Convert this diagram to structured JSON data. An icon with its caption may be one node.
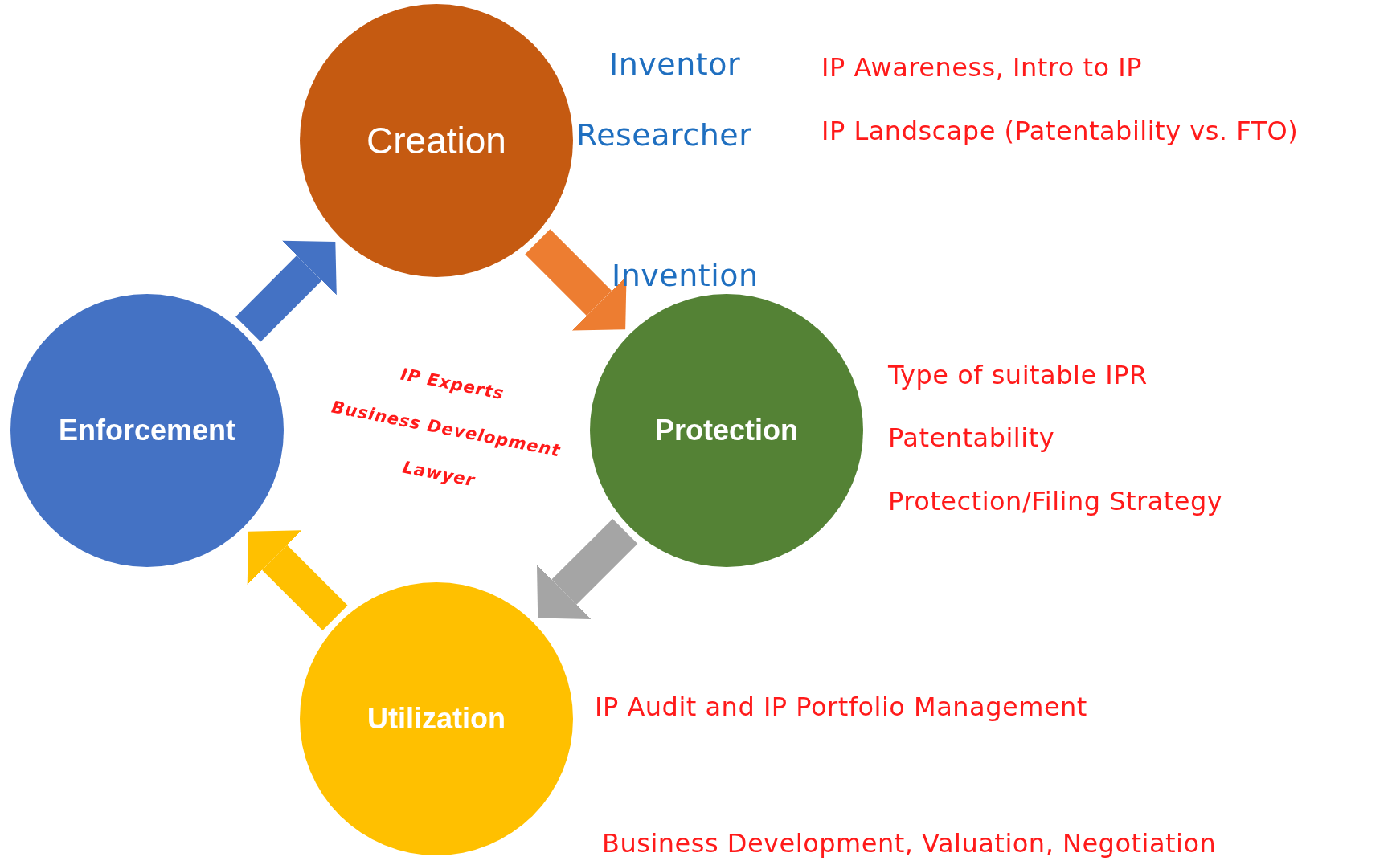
{
  "diagram": {
    "nodes": [
      {
        "text": [
          "Creation"
        ]
      },
      {
        "text": [
          "Protection"
        ]
      },
      {
        "text": [
          "Utilization"
        ]
      },
      {
        "text": [
          "Enforcement"
        ]
      }
    ],
    "edges": [
      {
        "from": 0,
        "to": 1,
        "arrow": "to",
        "color": "#ed7d31"
      },
      {
        "from": 1,
        "to": 2,
        "arrow": "to",
        "color": "#a5a5a5"
      },
      {
        "from": 2,
        "to": 3,
        "arrow": "to",
        "color": "#ffc000"
      },
      {
        "from": 3,
        "to": 0,
        "arrow": "to",
        "color": "#4472c4"
      }
    ],
    "labels": [
      "Inventor",
      "IP Awareness, Intro to IP",
      "Researcher",
      "IP Landscape (Patentability vs. FTO)",
      "Invention",
      "IP Experts",
      "Business Development",
      "Lawyer",
      "Type of suitable IPR",
      "Patentability",
      "Protection/Filing Strategy",
      "IP Audit and IP Portfolio Management",
      "Business Development, Valuation, Negotiation"
    ]
  }
}
